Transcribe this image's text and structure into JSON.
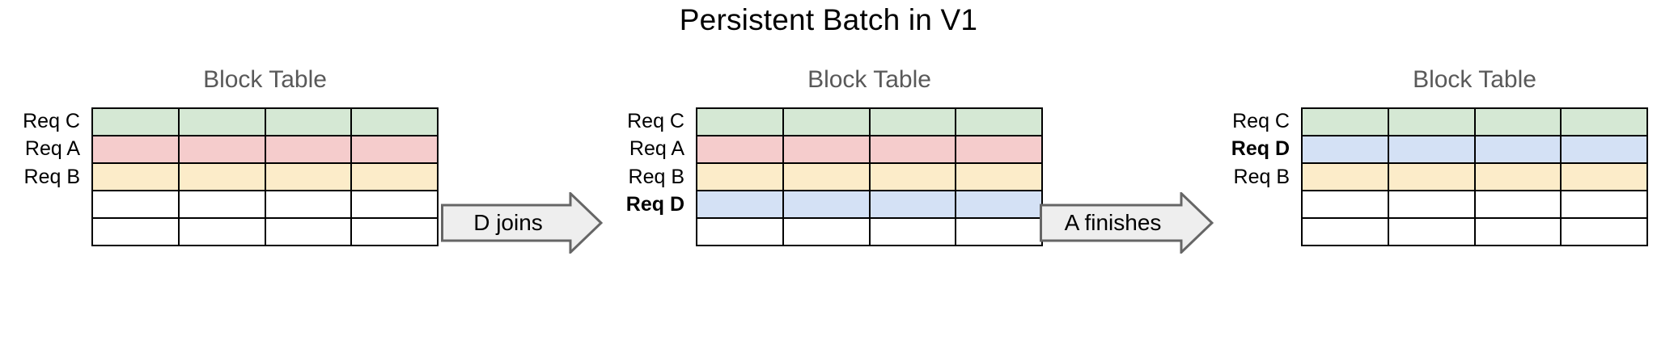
{
  "title": "Persistent Batch in V1",
  "colors": {
    "green": "#d5e8d4",
    "pink": "#f5cccc",
    "yellow": "#fcecc9",
    "blue": "#d4e1f5",
    "empty": "#ffffff",
    "border": "#000000",
    "title_gray": "#595959",
    "arrow_fill": "#eeeeee",
    "arrow_stroke": "#666666"
  },
  "panels": [
    {
      "title": "Block Table",
      "columns": 4,
      "rows": [
        {
          "label": "Req C",
          "bold": false,
          "color": "green"
        },
        {
          "label": "Req A",
          "bold": false,
          "color": "pink"
        },
        {
          "label": "Req B",
          "bold": false,
          "color": "yellow"
        },
        {
          "label": "",
          "bold": false,
          "color": "empty"
        },
        {
          "label": "",
          "bold": false,
          "color": "empty"
        }
      ]
    },
    {
      "title": "Block Table",
      "columns": 4,
      "rows": [
        {
          "label": "Req C",
          "bold": false,
          "color": "green"
        },
        {
          "label": "Req A",
          "bold": false,
          "color": "pink"
        },
        {
          "label": "Req B",
          "bold": false,
          "color": "yellow"
        },
        {
          "label": "Req D",
          "bold": true,
          "color": "blue"
        },
        {
          "label": "",
          "bold": false,
          "color": "empty"
        }
      ]
    },
    {
      "title": "Block Table",
      "columns": 4,
      "rows": [
        {
          "label": "Req C",
          "bold": false,
          "color": "green"
        },
        {
          "label": "Req D",
          "bold": true,
          "color": "blue"
        },
        {
          "label": "Req B",
          "bold": false,
          "color": "yellow"
        },
        {
          "label": "",
          "bold": false,
          "color": "empty"
        },
        {
          "label": "",
          "bold": false,
          "color": "empty"
        }
      ]
    }
  ],
  "arrows": [
    {
      "label": "D joins"
    },
    {
      "label": "A finishes"
    }
  ]
}
